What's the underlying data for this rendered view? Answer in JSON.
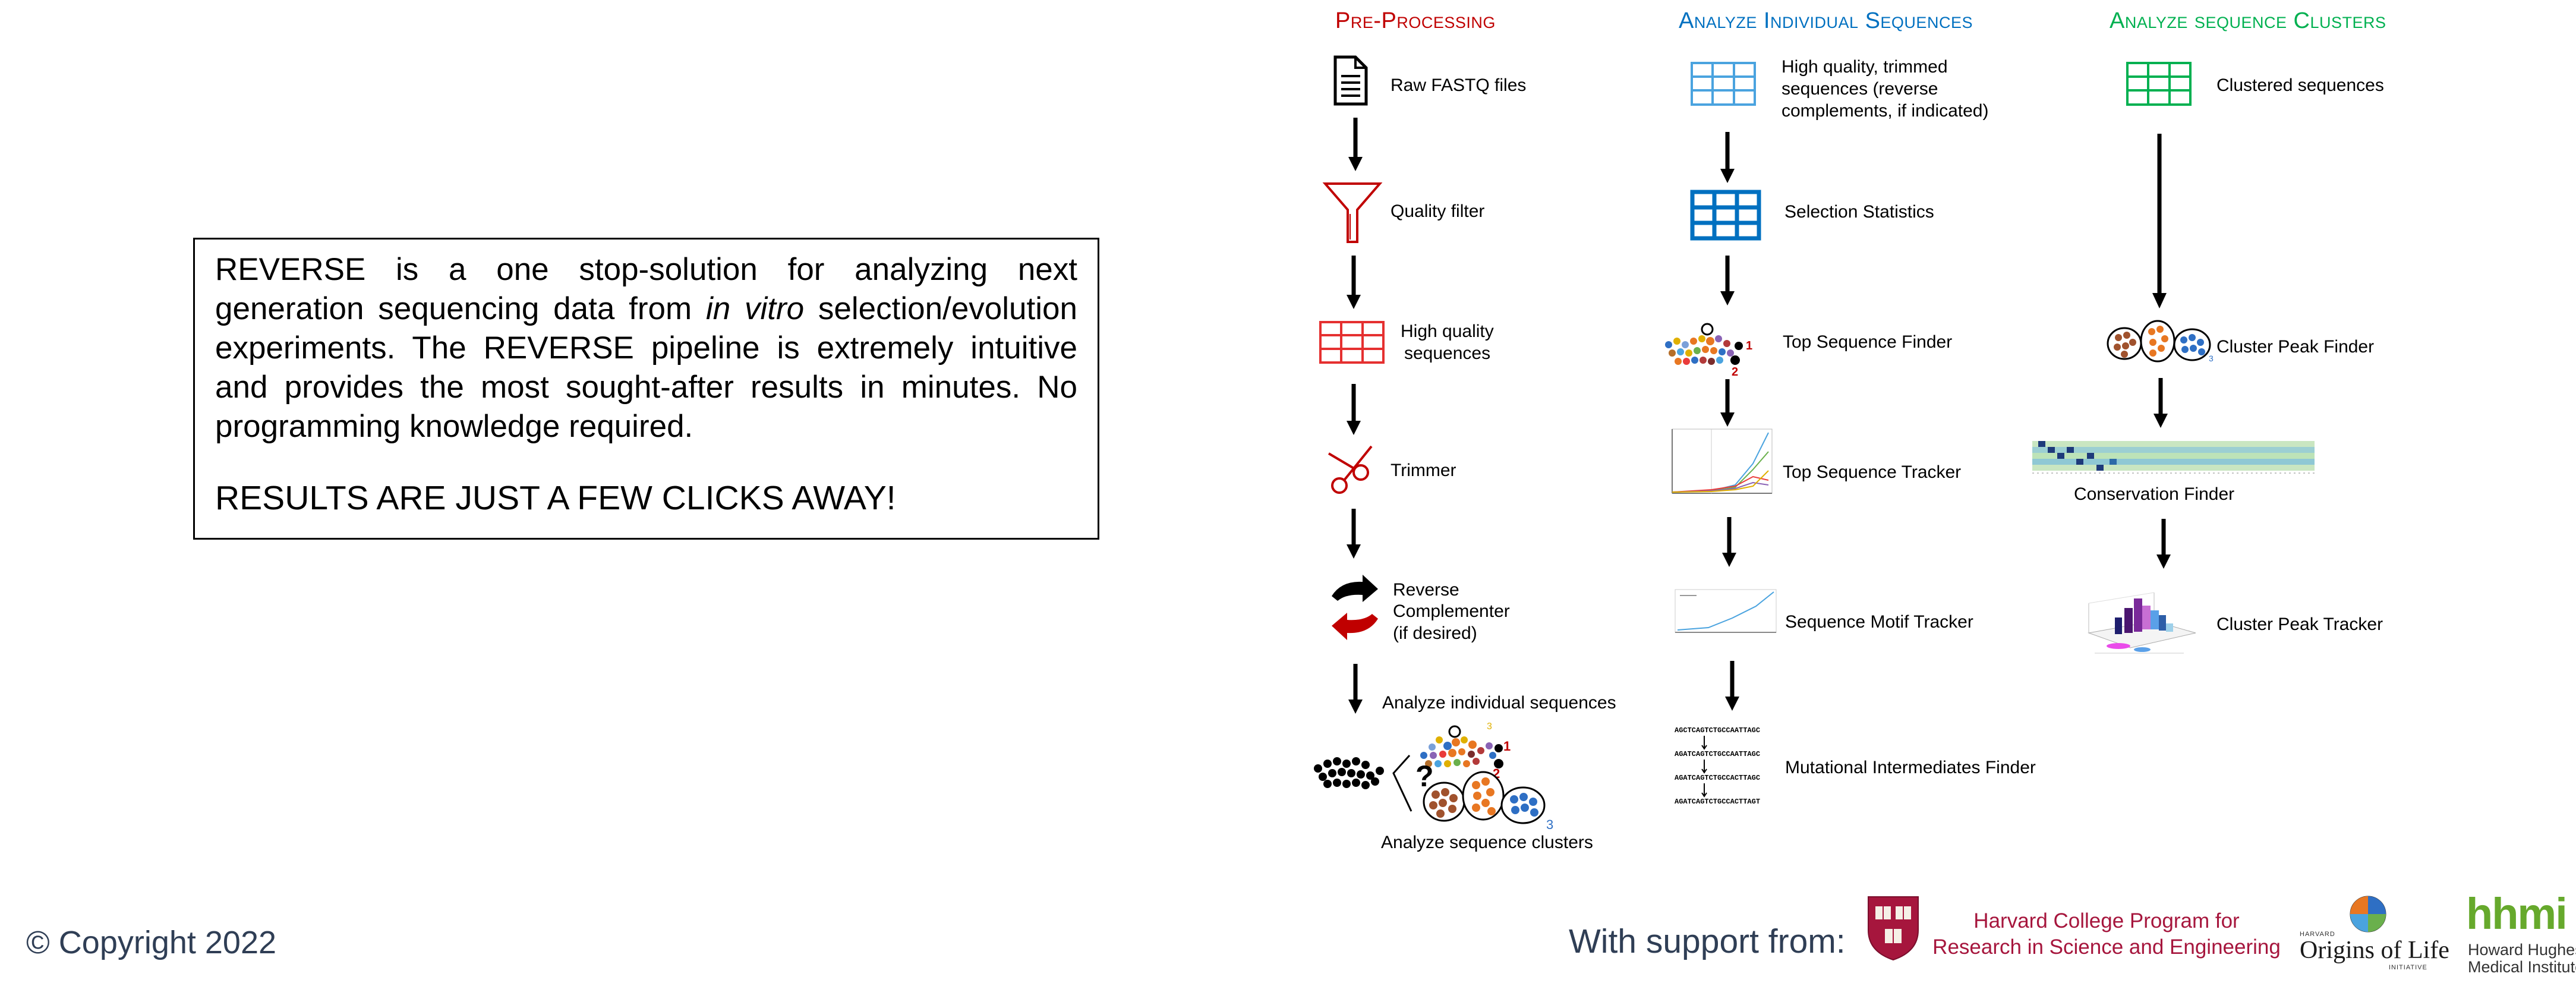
{
  "intro": {
    "part1": "REVERSE is a one stop-solution for analyzing next generation sequencing data from ",
    "italic": "in vitro",
    "part2": " selection/evolution experiments. The REVERSE pipeline is extremely intuitive and provides the most sought-after results in minutes. No programming knowledge required.",
    "emphasis": "RESULTS ARE JUST A FEW  CLICKS AWAY!"
  },
  "columns": {
    "preprocessing": {
      "title": "Pre-Processing",
      "color": "#c00000",
      "steps": {
        "raw": "Raw FASTQ files",
        "filter": "Quality filter",
        "hq1": "High quality",
        "hq2": "sequences",
        "trimmer": "Trimmer",
        "rc1": "Reverse",
        "rc2": "Complementer",
        "rc3": "(if desired)",
        "individual": "Analyze individual sequences",
        "clusters": "Analyze sequence clusters",
        "question": "?"
      }
    },
    "individual": {
      "title": "Analyze Individual Sequences",
      "color": "#0070c0",
      "steps": {
        "hq1": "High quality, trimmed",
        "hq2": "sequences (reverse",
        "hq3": "complements, if indicated)",
        "stats": "Selection Statistics",
        "finder": "Top Sequence Finder",
        "tracker": "Top Sequence Tracker",
        "motif": "Sequence Motif Tracker",
        "mutational": "Mutational Intermediates Finder"
      },
      "mutation_seqs": [
        "AGCTCAGTCTGCCAATTAGC",
        "AGATCAGTCTGCCAATTAGC",
        "AGATCAGTCTGCCACTTAGC",
        "AGATCAGTCTGCCACTTAGT"
      ]
    },
    "clusters": {
      "title": "Analyze sequence Clusters",
      "color": "#00b050",
      "steps": {
        "clustered": "Clustered sequences",
        "peak_finder": "Cluster Peak Finder",
        "conservation": "Conservation Finder",
        "peak_tracker": "Cluster  Peak Tracker"
      }
    }
  },
  "rank_labels": {
    "one": "1",
    "two": "2",
    "three": "3"
  },
  "footer": {
    "copyright": "© Copyright 2022",
    "support": "With support from:",
    "harvard1": "Harvard College Program for",
    "harvard2": "Research in Science and Engineering",
    "ool_top": "HARVARD",
    "ool_main": "Origins of Life",
    "ool_bottom": "INITIATIVE",
    "hhmi": "hhmi",
    "hhmi1": "Howard Hughes",
    "hhmi2": "Medical Institute"
  }
}
